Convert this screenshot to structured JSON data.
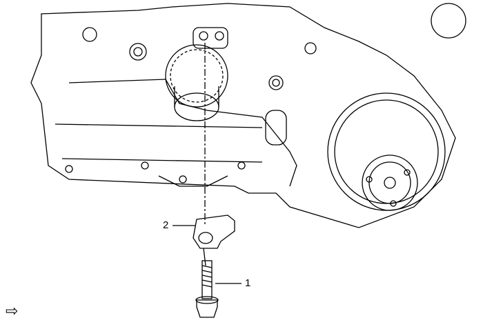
{
  "callouts": [
    {
      "number": "1",
      "part": "bolt"
    },
    {
      "number": "2",
      "part": "bracket"
    }
  ],
  "view_indicator": "⇨"
}
